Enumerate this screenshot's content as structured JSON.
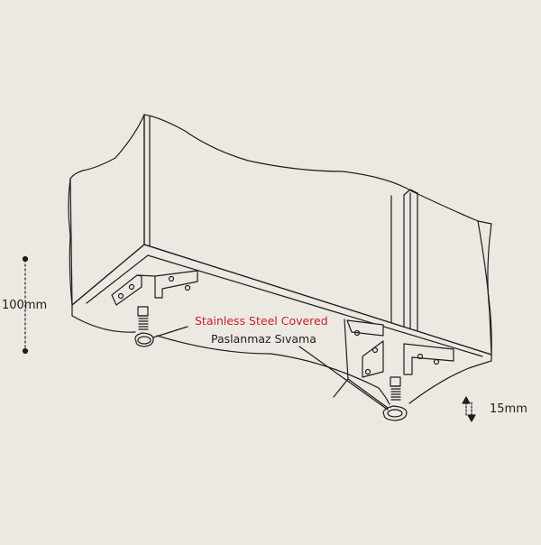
{
  "labels": {
    "coating_en": "Stainless Steel Covered",
    "coating_tr": "Paslanmaz Sıvama",
    "height_dim": "100mm",
    "adjust_dim": "15mm"
  },
  "colors": {
    "background": "#ece9e2",
    "line": "#1e1e1e",
    "accent": "#c8202b"
  }
}
